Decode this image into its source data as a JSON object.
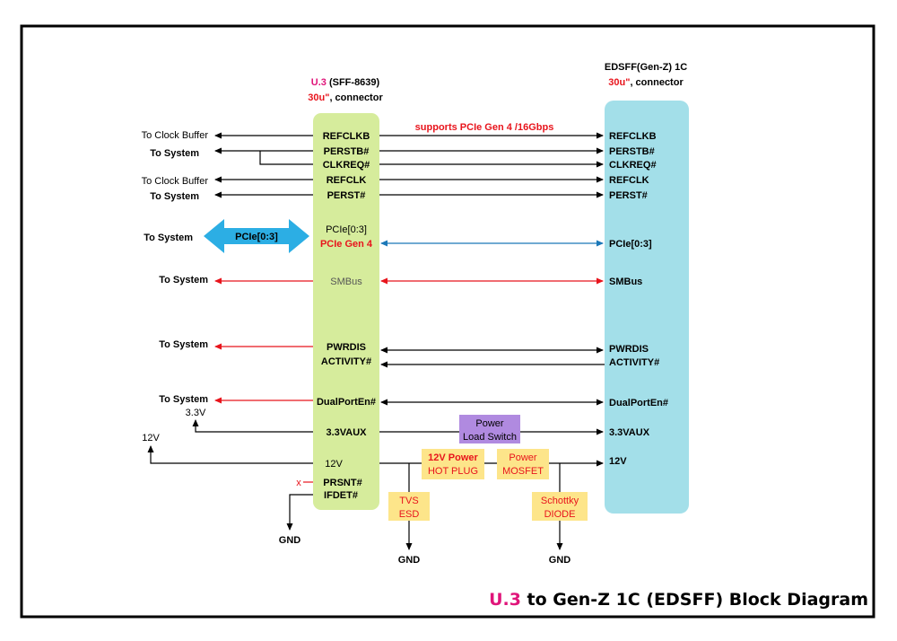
{
  "colors": {
    "u3_box": "#d6ec9c",
    "edsff_box": "#a3dfe9",
    "pcie_arrow": "#2caee4",
    "red_line": "#e8141c",
    "blue_line": "#1b78b8",
    "purple_box": "#b08ae0",
    "yellow_box": "#fde58a",
    "accent_magenta": "#e0157a"
  },
  "u3_connector": {
    "name_accent": "U.3",
    "name_rest": " (SFF-8639)",
    "finish_accent": "30u\"",
    "finish_rest": ", connector",
    "pins": {
      "refclkb": "REFCLKB",
      "perstb": "PERSTB#",
      "clkreq": "CLKREQ#",
      "refclk": "REFCLK",
      "perst": "PERST#",
      "pcie_lanes": "PCIe[0:3]",
      "pcie_gen": "PCIe Gen 4",
      "smbus": "SMBus",
      "pwrdis": "PWRDIS",
      "activity": "ACTIVITY#",
      "dualporten": "DualPortEn#",
      "vaux": "3.3VAUX",
      "v12": "12V",
      "prsnt": "PRSNT#",
      "ifdet": "IFDET#"
    }
  },
  "edsff_connector": {
    "name": "EDSFF(Gen-Z) 1C",
    "finish_accent": "30u\"",
    "finish_rest": ", connector",
    "pins": {
      "refclkb": "REFCLKB",
      "perstb": "PERSTB#",
      "clkreq": "CLKREQ#",
      "refclk": "REFCLK",
      "perst": "PERST#",
      "pcie_lanes": "PCIe[0:3]",
      "smbus": "SMBus",
      "pwrdis": "PWRDIS",
      "activity": "ACTIVITY#",
      "dualporten": "DualPortEn#",
      "vaux": "3.3VAUX",
      "v12": "12V"
    }
  },
  "host_labels": {
    "clock_buffer_1": "To Clock Buffer",
    "system_1": "To System",
    "clock_buffer_2": "To Clock Buffer",
    "system_2": "To System",
    "system_pcie": "To System",
    "pcie_bus": "PCIe[0:3]",
    "system_smbus": "To System",
    "system_pwrdis": "To System",
    "system_dualport": "To System",
    "rail_33v": "3.3V",
    "rail_12v": "12V",
    "no_connect": "x"
  },
  "notes": {
    "pcie_support": "supports PCIe Gen 4 /16Gbps"
  },
  "components": {
    "load_switch_line1": "Power",
    "load_switch_line2": "Load Switch",
    "hot_plug_line1": "12V Power",
    "hot_plug_line2": "HOT PLUG",
    "mosfet_line1": "Power",
    "mosfet_line2": "MOSFET",
    "tvs_line1": "TVS",
    "tvs_line2": "ESD",
    "schottky_line1": "Schottky",
    "schottky_line2": "DIODE"
  },
  "grounds": {
    "gnd_1": "GND",
    "gnd_2": "GND",
    "gnd_3": "GND"
  },
  "footer": {
    "title_accent": "U.3",
    "title_rest": " to Gen-Z 1C (EDSFF) Block Diagram"
  }
}
